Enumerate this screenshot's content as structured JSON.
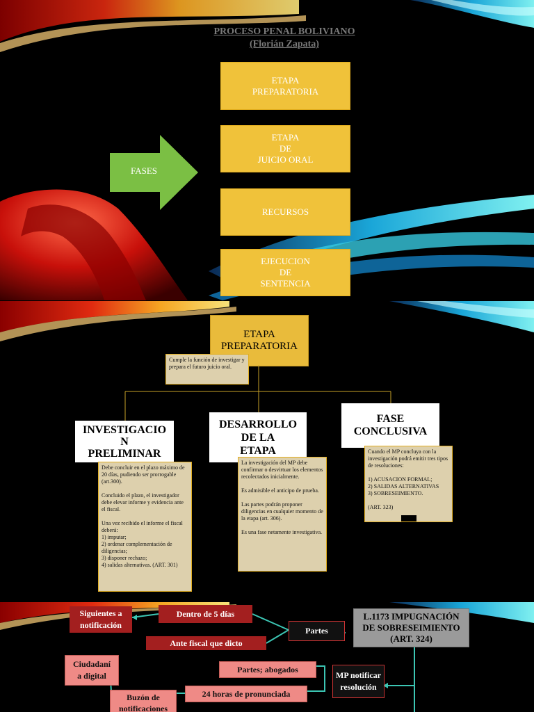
{
  "slide1": {
    "title": "PROCESO PENAL BOLIVIANO",
    "subtitle": "(Florián Zapata)",
    "fases_label": "FASES",
    "boxes": [
      "ETAPA\nPREPARATORIA",
      "ETAPA\nDE\nJUICIO ORAL",
      "RECURSOS",
      "EJECUCION\nDE\nSENTENCIA"
    ],
    "colors": {
      "gold": "#f0c23a",
      "arrow_green": "#7bbf44",
      "title_grey": "#7a7a7a"
    }
  },
  "slide2": {
    "header": "ETAPA\nPREPARATORIA",
    "header_note": "Cumple la función de investigar y prepara el futuro juicio oral.",
    "columns": [
      {
        "title": "INVESTIGACIO\nN\nPRELIMINAR",
        "note": "Debe concluir en el plazo máximo de 20 días, pudiendo ser prorrogable (art.300).\n\nConcluido el plazo, el investigador debe elevar informe y evidencia ante el fiscal.\n\nUna vez recibido el informe el fiscal deberá:\n1) imputar;\n2) ordenar complementación de diligencias;\n3) disponer rechazo;\n4) salidas alternativas. (ART. 301)"
      },
      {
        "title": "DESARROLLO\nDE LA\nETAPA",
        "note": "La investigación del MP debe confirmar o desvirtuar los elementos recolectados inicialmente.\n\nEs admisible el anticipo de prueba.\n\nLas partes podrán proponer diligencias en cualquier momento de la etapa (art. 306).\n\nEs una fase netamente investigativa."
      },
      {
        "title": "FASE\nCONCLUSIVA",
        "note": "Cuando el MP concluya con la investigación podrá emitir tres tipos de resoluciones:\n\n1) ACUSACION FORMAL;\n2) SALIDAS ALTERNATIVAS\n 3) SOBRESEIMIENTO.\n\n(ART. 323)"
      }
    ]
  },
  "slide3": {
    "main": "L.1173 IMPUGNACIÓN\nDE SOBRESEIMIENTO\n(ART. 324)",
    "partes": "Partes",
    "dentro": "Dentro de 5 días",
    "siguientes": "Siguientes a\nnotificación",
    "ante_fiscal": "Ante fiscal que dicto",
    "mp_notificar": "MP notificar\nresolución",
    "partes_abogados": "Partes; abogados",
    "horas": "24 horas de pronunciada",
    "ciudadania": "Ciudadaní\na digital",
    "buzon": "Buzón de\nnotificaciones",
    "colors": {
      "red": "#a31f1f",
      "pink": "#ef8a86",
      "grey": "#9a9a9a",
      "teal_arrow": "#3cc6b4"
    }
  }
}
